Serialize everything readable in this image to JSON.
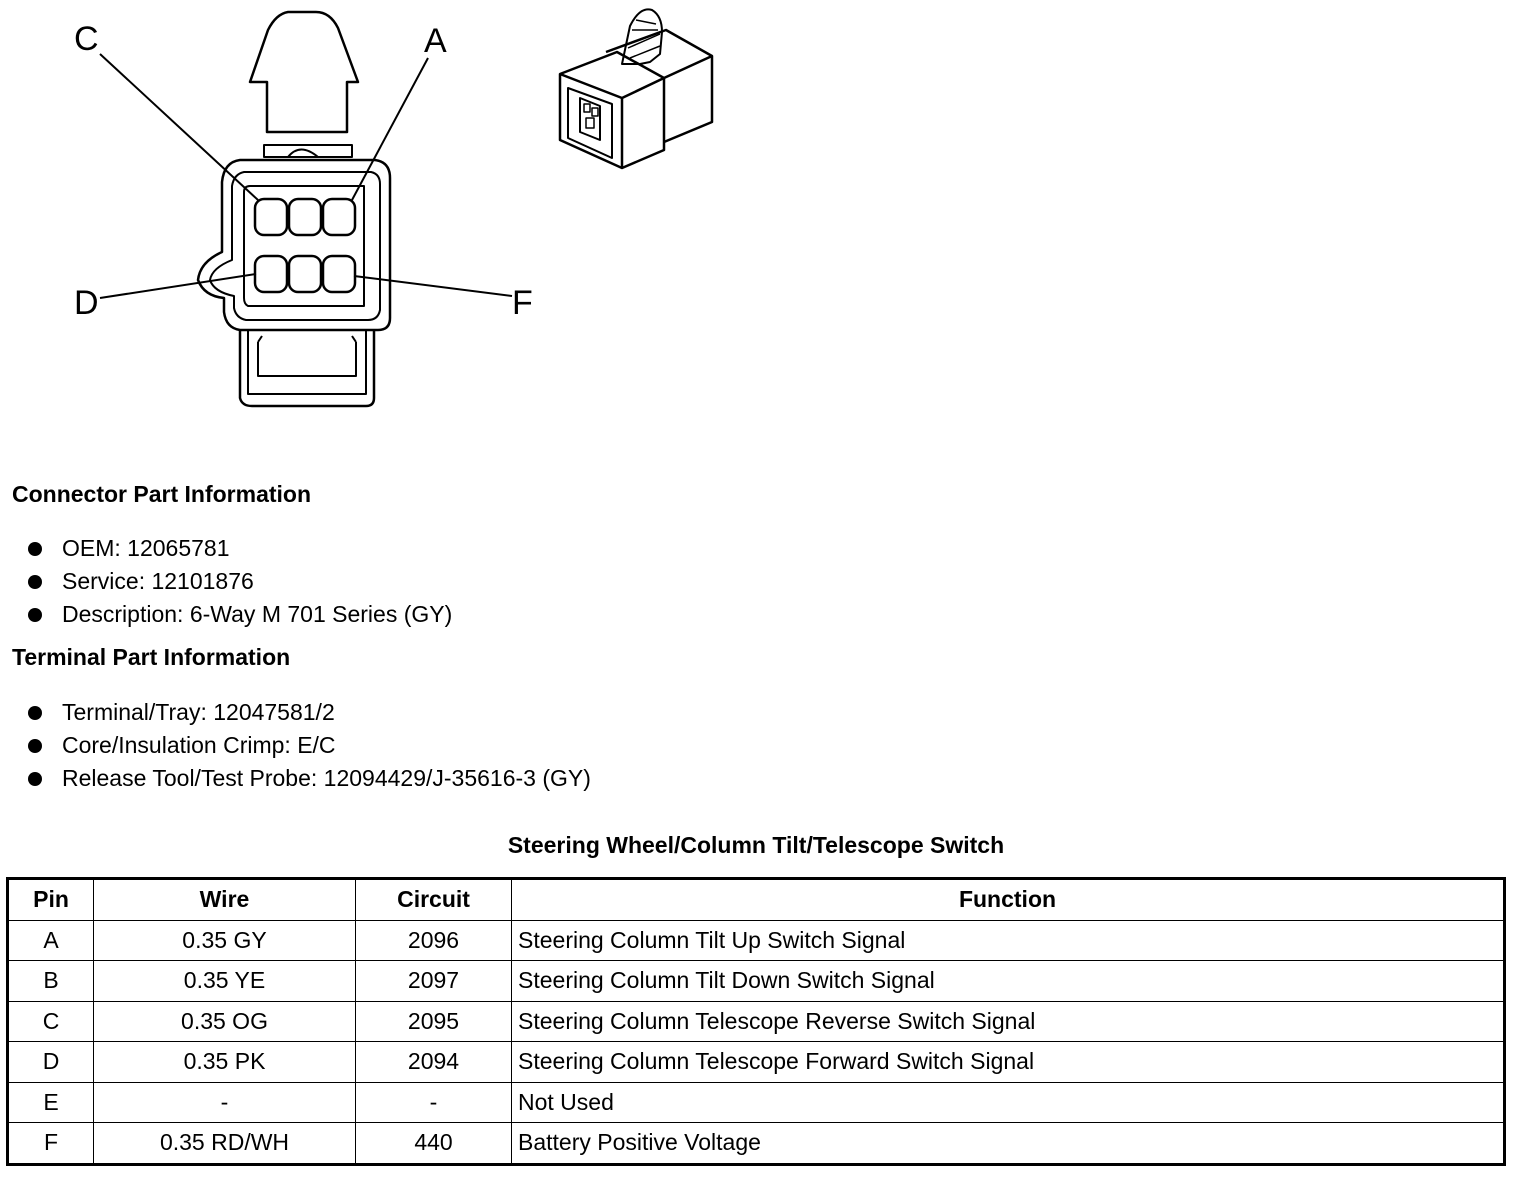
{
  "diagram": {
    "callouts": {
      "a": "A",
      "c": "C",
      "d": "D",
      "f": "F"
    }
  },
  "connector_info": {
    "title": "Connector Part Information",
    "items": [
      "OEM: 12065781",
      "Service: 12101876",
      "Description: 6-Way M 701 Series (GY)"
    ]
  },
  "terminal_info": {
    "title": "Terminal Part Information",
    "items": [
      "Terminal/Tray: 12047581/2",
      "Core/Insulation Crimp: E/C",
      "Release Tool/Test Probe: 12094429/J-35616-3 (GY)"
    ]
  },
  "table": {
    "title": "Steering Wheel/Column Tilt/Telescope Switch",
    "headers": [
      "Pin",
      "Wire",
      "Circuit",
      "Function"
    ],
    "rows": [
      [
        "A",
        "0.35 GY",
        "2096",
        "Steering Column Tilt Up Switch Signal"
      ],
      [
        "B",
        "0.35 YE",
        "2097",
        "Steering Column Tilt Down Switch Signal"
      ],
      [
        "C",
        "0.35 OG",
        "2095",
        "Steering Column Telescope Reverse Switch Signal"
      ],
      [
        "D",
        "0.35 PK",
        "2094",
        "Steering Column Telescope Forward Switch Signal"
      ],
      [
        "E",
        "-",
        "-",
        "Not Used"
      ],
      [
        "F",
        "0.35 RD/WH",
        "440",
        "Battery Positive Voltage"
      ]
    ]
  }
}
